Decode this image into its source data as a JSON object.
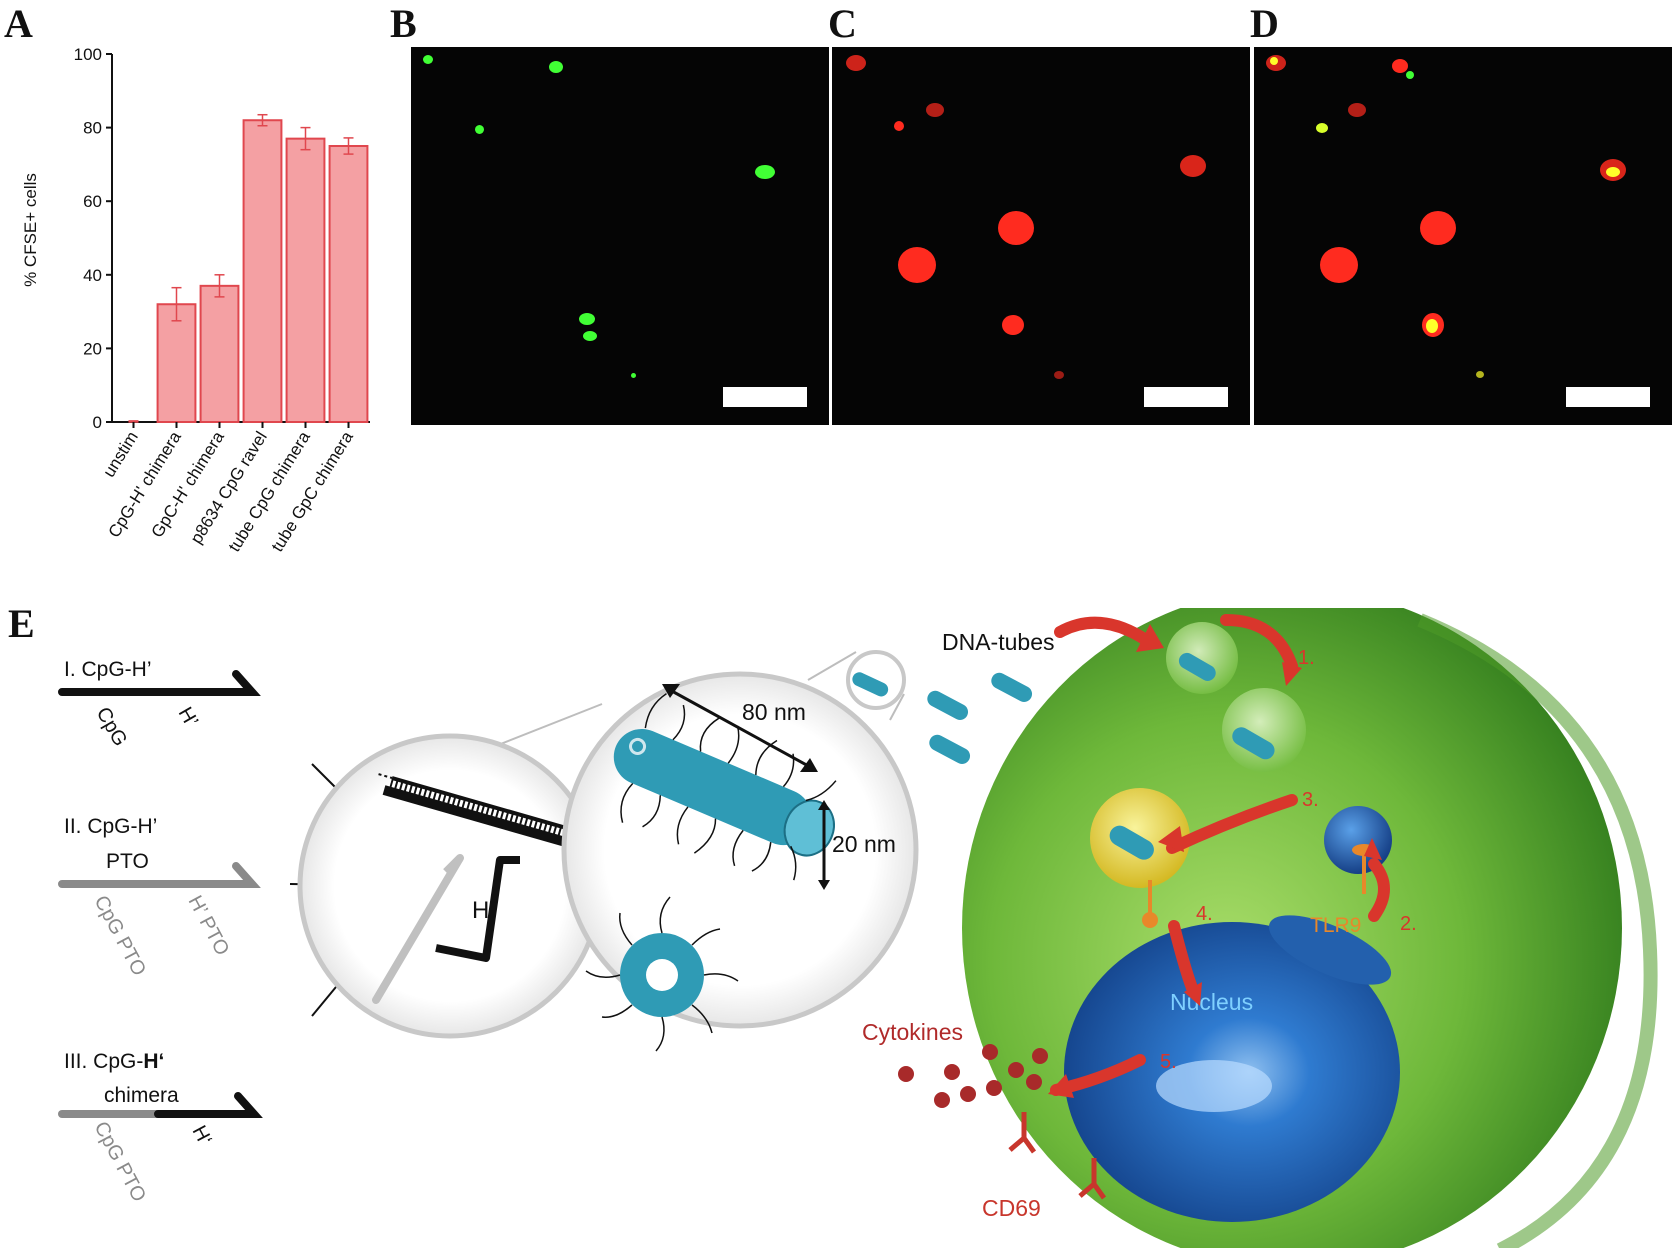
{
  "panel_labels": {
    "a": "A",
    "b": "B",
    "c": "C",
    "d": "D",
    "e": "E"
  },
  "chart_data": {
    "type": "bar",
    "ylabel": "% CFSE+ cells",
    "ylim": [
      0,
      100
    ],
    "yticks": [
      0,
      20,
      40,
      60,
      80,
      100
    ],
    "categories": [
      "unstim",
      "CpG-H' chimera",
      "GpC-H' chimera",
      "p8634 CpG ravel",
      "tube CpG chimera",
      "tube GpC chimera"
    ],
    "values": [
      0,
      32,
      37,
      82,
      77,
      75
    ],
    "errors": [
      0.3,
      4.5,
      3.0,
      1.5,
      3.0,
      2.2
    ],
    "bar_color": "#f4a0a3",
    "bar_edge": "#e0474e"
  },
  "strands": {
    "s1_title": "I. CpG-H’",
    "s1_cpg": "CpG",
    "s1_h": "H’",
    "s2_title": "II. CpG-H’",
    "s2_title2": "PTO",
    "s2_cpg": "CpG PTO",
    "s2_h": "H’ PTO",
    "s3_title_a": "III. CpG-",
    "s3_title_b": "H‘",
    "s3_title2": "chimera",
    "s3_cpg": "CpG PTO",
    "s3_h": "H‘"
  },
  "tube": {
    "h_label": "H",
    "length": "80 nm",
    "diameter": "20 nm"
  },
  "cell": {
    "dna_tubes": "DNA-tubes",
    "nucleus": "Nucleus",
    "tlr9": "TLR9",
    "cytokines": "Cytokines",
    "cd69": "CD69",
    "steps": [
      "1.",
      "2.",
      "3.",
      "4.",
      "5."
    ]
  },
  "colors": {
    "green": "#41ff35",
    "red": "#ff2b1f",
    "yellow": "#ffff2a",
    "tube": "#2f9bb5",
    "cell_green": "#6eb83a",
    "nucleus": "#1f5fb0",
    "arrow_red": "#d9362c",
    "tlr9": "#e8882a"
  }
}
